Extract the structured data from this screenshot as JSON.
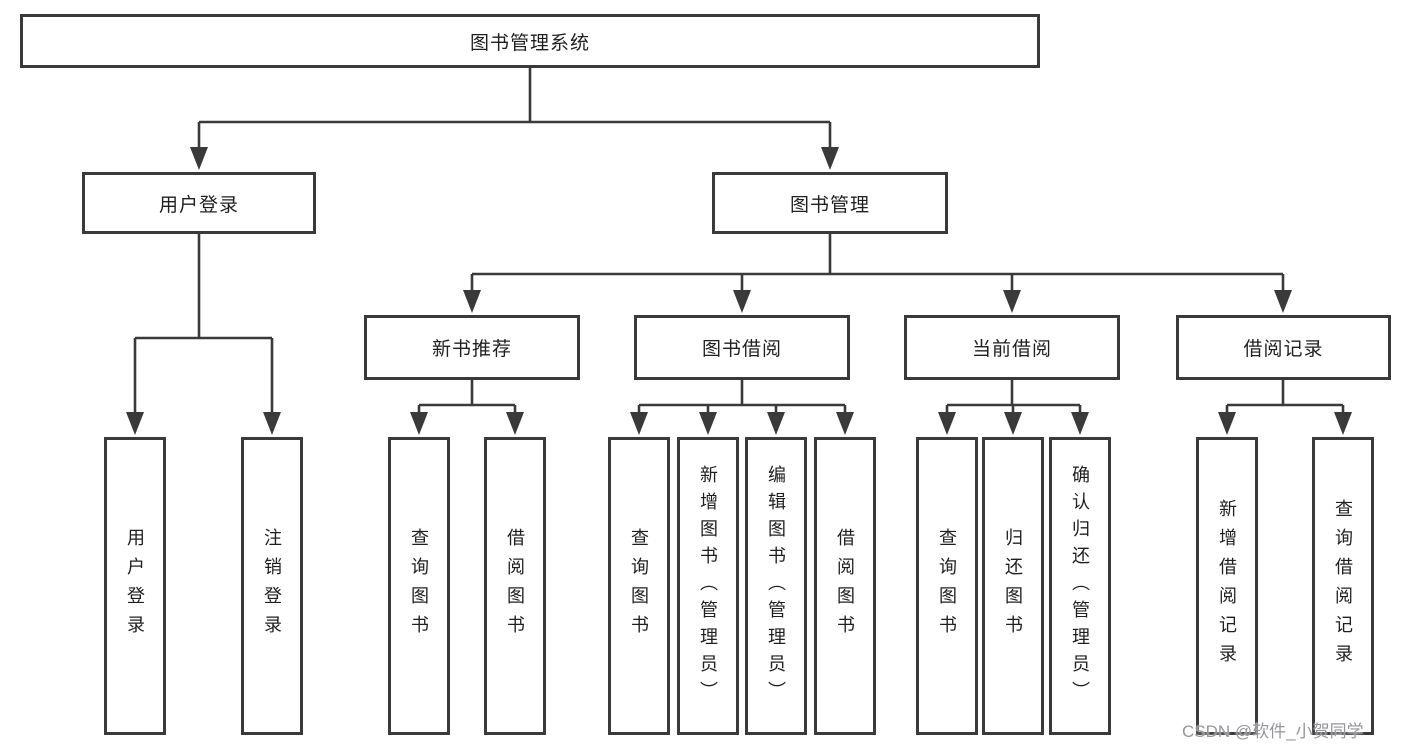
{
  "diagram": {
    "title": "图书管理系统",
    "root": {
      "label": "图书管理系统"
    },
    "level2": [
      {
        "label": "用户登录"
      },
      {
        "label": "图书管理"
      }
    ],
    "level3": [
      {
        "label": "新书推荐",
        "parent": "图书管理"
      },
      {
        "label": "图书借阅",
        "parent": "图书管理"
      },
      {
        "label": "当前借阅",
        "parent": "图书管理"
      },
      {
        "label": "借阅记录",
        "parent": "图书管理"
      }
    ],
    "leaves": [
      {
        "label": "用户登录",
        "parent": "用户登录"
      },
      {
        "label": "注销登录",
        "parent": "用户登录"
      },
      {
        "label": "查询图书",
        "parent": "新书推荐"
      },
      {
        "label": "借阅图书",
        "parent": "新书推荐"
      },
      {
        "label": "查询图书",
        "parent": "图书借阅"
      },
      {
        "label": "新增图书（管理员）",
        "parent": "图书借阅"
      },
      {
        "label": "编辑图书（管理员）",
        "parent": "图书借阅"
      },
      {
        "label": "借阅图书",
        "parent": "图书借阅"
      },
      {
        "label": "查询图书",
        "parent": "当前借阅"
      },
      {
        "label": "归还图书",
        "parent": "当前借阅"
      },
      {
        "label": "确认归还（管理员）",
        "parent": "当前借阅"
      },
      {
        "label": "新增借阅记录",
        "parent": "借阅记录"
      },
      {
        "label": "查询借阅记录",
        "parent": "借阅记录"
      }
    ],
    "colors": {
      "line": "#3a3a3a",
      "box_border": "#3a3a3a",
      "text": "#1f1f1f",
      "watermark": "#95959b"
    }
  },
  "watermark": "CSDN @软件_小贺同学"
}
